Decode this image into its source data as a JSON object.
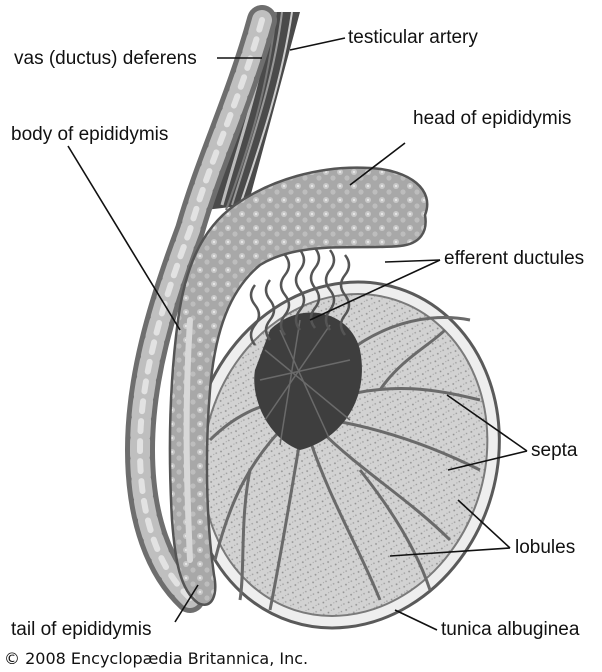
{
  "labels": {
    "vas_deferens": "vas (ductus) deferens",
    "testicular_artery": "testicular artery",
    "head_of_epididymis": "head of epididymis",
    "body_of_epididymis": "body of epididymis",
    "efferent_ductules": "efferent ductules",
    "septa": "septa",
    "lobules": "lobules",
    "tail_of_epididymis": "tail of epididymis",
    "tunica_albuginea": "tunica albuginea"
  },
  "credit": "© 2008 Encyclopædia Britannica, Inc."
}
